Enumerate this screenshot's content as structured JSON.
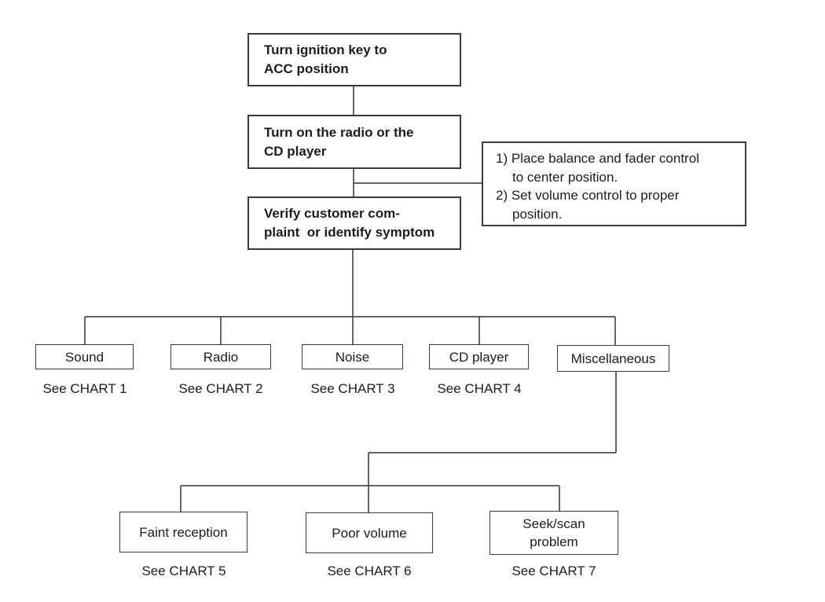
{
  "nodes": {
    "ignition": {
      "text": "Turn ignition key to\nACC position"
    },
    "radio_on": {
      "text": "Turn on the radio or the\nCD player"
    },
    "verify": {
      "text": "Verify customer com-\nplaint  or identify symptom"
    },
    "note": {
      "lines": [
        "1) Place balance and fader control",
        "to center position.",
        "2) Set volume control to proper",
        "position."
      ]
    },
    "sound": {
      "text": "Sound"
    },
    "radio": {
      "text": "Radio"
    },
    "noise": {
      "text": "Noise"
    },
    "cd_player": {
      "text": "CD player"
    },
    "misc": {
      "text": "Miscellaneous"
    },
    "faint": {
      "text": "Faint reception"
    },
    "poor_volume": {
      "text": "Poor volume"
    },
    "seek_scan": {
      "text": "Seek/scan\nproblem"
    }
  },
  "chart_refs": [
    "See CHART 1",
    "See CHART 2",
    "See CHART 3",
    "See CHART 4",
    "See CHART 5",
    "See CHART 6",
    "See CHART 7"
  ],
  "colors": {
    "line": "#4c4c4c",
    "border": "#3b3b3b",
    "text": "#1c1c1c",
    "background": "#ffffff"
  }
}
